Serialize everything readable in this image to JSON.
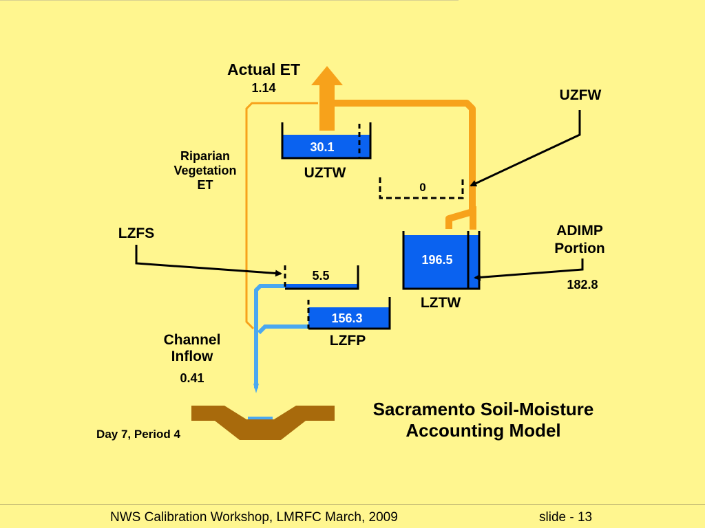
{
  "colors": {
    "background": "#FFF68F",
    "et_flow": "#F7A21B",
    "water": "#0A62F0",
    "blue_flow": "#4AA8F0",
    "channel": "#A86A0C",
    "outline": "#000000"
  },
  "labels": {
    "actual_et": "Actual ET",
    "actual_et_value": "1.14",
    "uzfw": "UZFW",
    "riparian_line1": "Riparian",
    "riparian_line2": "Vegetation",
    "riparian_line3": "ET",
    "lzfs": "LZFS",
    "adimp_line1": "ADIMP",
    "adimp_line2": "Portion",
    "adimp_value": "182.8",
    "channel_line1": "Channel",
    "channel_line2": "Inflow",
    "channel_value": "0.41",
    "day_period": "Day 7, Period 4",
    "title_line1": "Sacramento Soil-Moisture",
    "title_line2": "Accounting Model"
  },
  "stores": {
    "uztw": {
      "name": "UZTW",
      "value": "30.1"
    },
    "uzfw": {
      "value": "0"
    },
    "lzfs": {
      "value": "5.5"
    },
    "lzfp": {
      "name": "LZFP",
      "value": "156.3"
    },
    "lztw": {
      "name": "LZTW",
      "value": "196.5"
    }
  },
  "footer": {
    "left": "NWS Calibration Workshop, LMRFC March, 2009",
    "right": "slide - 13"
  }
}
